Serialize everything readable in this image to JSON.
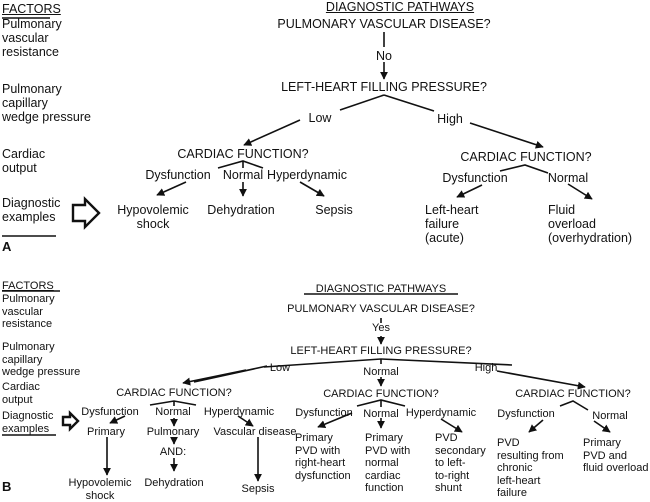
{
  "panel_a": {
    "label": "A",
    "factors_header": "FACTORS",
    "factors": [
      "Pulmonary\nvascular\nresistance",
      "Pulmonary\ncapillary\nwedge pressure",
      "Cardiac\noutput",
      "Diagnostic\nexamples"
    ],
    "pathways_header": "DIAGNOSTIC PATHWAYS",
    "q_pvd": "PULMONARY VASCULAR DISEASE?",
    "edge_no": "No",
    "q_lhfp": "LEFT-HEART FILLING PRESSURE?",
    "edge_low": "Low",
    "edge_high": "High",
    "q_cardiac_low": "CARDIAC FUNCTION?",
    "q_cardiac_high": "CARDIAC FUNCTION?",
    "low_branches": [
      "Dysfunction",
      "Normal",
      "Hyperdynamic"
    ],
    "high_branches": [
      "Dysfunction",
      "Normal"
    ],
    "examples": [
      "Hypovolemic\nshock",
      "Dehydration",
      "Sepsis",
      "Left-heart\nfailure\n(acute)",
      "Fluid\noverload\n(overhydration)"
    ]
  },
  "panel_b": {
    "label": "B",
    "factors_header": "FACTORS",
    "factors": [
      "Pulmonary\nvascular\nresistance",
      "Pulmonary\ncapillary\nwedge pressure",
      "Cardiac\noutput",
      "Diagnostic\nexamples"
    ],
    "pathways_header": "DIAGNOSTIC PATHWAYS",
    "q_pvd": "PULMONARY VASCULAR DISEASE?",
    "edge_yes": "Yes",
    "q_lhfp": "LEFT-HEART FILLING PRESSURE?",
    "edge_low": "Low",
    "edge_normal": "Normal",
    "edge_high": "High",
    "q_cardiac": [
      "CARDIAC FUNCTION?",
      "CARDIAC FUNCTION?",
      "CARDIAC FUNCTION?"
    ],
    "low_branches": [
      "Dysfunction",
      "Normal",
      "Hyperdynamic"
    ],
    "normal_branches": [
      "Dysfunction",
      "Normal",
      "Hyperdynamic"
    ],
    "high_branches": [
      "Dysfunction",
      "Normal"
    ],
    "low_intermediate": [
      "Primary",
      "Pulmonary",
      "AND:",
      "Vascular disease"
    ],
    "examples": [
      "Hypovolemic\nshock",
      "Dehydration",
      "Sepsis",
      "Primary\nPVD with\nright-heart\ndysfunction",
      "Primary\nPVD with\nnormal\ncardiac\nfunction",
      "PVD\nsecondary\nto left-\nto-right\nshunt",
      "PVD\nresulting from\nchronic\nleft-heart\nfailure",
      "Primary\nPVD and\nfluid overload"
    ]
  }
}
